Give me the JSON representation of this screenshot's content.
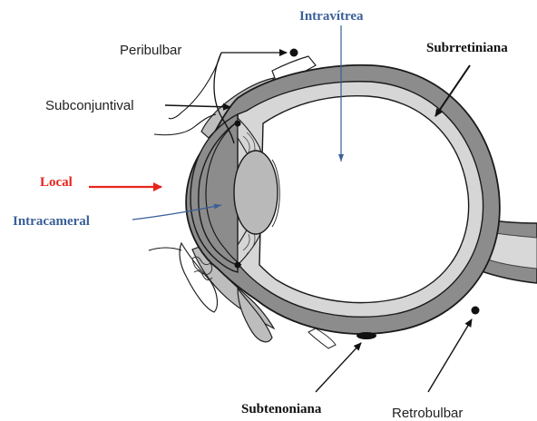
{
  "labels": {
    "intravitrea": "Intravítrea",
    "peribulbar": "Peribulbar",
    "subretiniana": "Subrretiniana",
    "subconjuntival": "Subconjuntival",
    "local": "Local",
    "intracameral": "Intracameral",
    "subtenoniana": "Subtenoniana",
    "retrobulbar": "Retrobulbar"
  },
  "colors": {
    "sclera": "#8c8c8c",
    "retina_band": "#d6d6d6",
    "lens": "#b9b9b9",
    "outline": "#1a1a1a",
    "blue_text": "#3a5f99",
    "red_text": "#e8241c",
    "red_arrow": "#e8241c",
    "blue_arrow": "#3a5f99"
  }
}
